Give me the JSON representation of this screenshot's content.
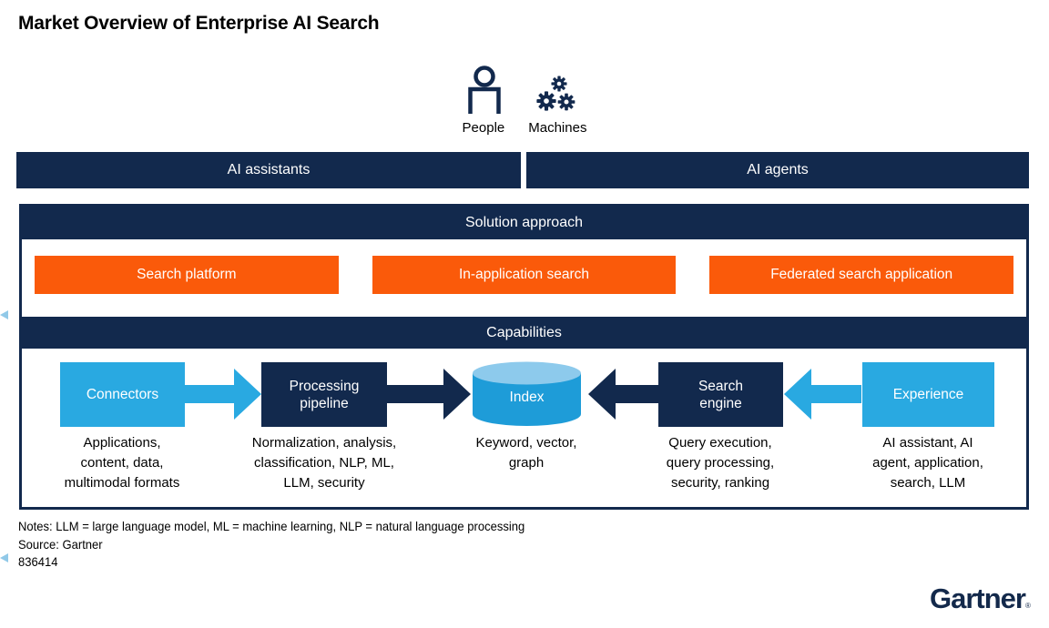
{
  "title": "Market Overview of Enterprise AI Search",
  "actors": {
    "people_label": "People",
    "machines_label": "Machines",
    "people_icon": "person-outline-icon",
    "machines_icon": "gears-icon"
  },
  "top_bars": {
    "left": "AI assistants",
    "right": "AI agents"
  },
  "solution": {
    "header": "Solution approach",
    "items": [
      "Search platform",
      "In-application search",
      "Federated search application"
    ]
  },
  "capabilities": {
    "header": "Capabilities",
    "nodes": [
      {
        "label": "Connectors",
        "desc": "Applications,\ncontent, data,\nmultimodal formats",
        "style": "light-blue-box"
      },
      {
        "label": "Processing\npipeline",
        "desc": "Normalization, analysis,\nclassification, NLP, ML,\nLLM, security",
        "style": "navy-box"
      },
      {
        "label": "Index",
        "desc": "Keyword, vector,\ngraph",
        "style": "blue-cylinder"
      },
      {
        "label": "Search\nengine",
        "desc": "Query execution,\nquery processing,\nsecurity, ranking",
        "style": "navy-box"
      },
      {
        "label": "Experience",
        "desc": "AI assistant, AI\nagent, application,\nsearch, LLM",
        "style": "light-blue-box"
      }
    ],
    "flow_arrows": [
      {
        "from": "Connectors",
        "to": "Processing pipeline",
        "direction": "right",
        "color": "light-blue"
      },
      {
        "from": "Processing pipeline",
        "to": "Index",
        "direction": "right",
        "color": "navy"
      },
      {
        "from": "Search engine",
        "to": "Index",
        "direction": "left",
        "color": "navy"
      },
      {
        "from": "Experience",
        "to": "Search engine",
        "direction": "left",
        "color": "light-blue"
      }
    ]
  },
  "footer": {
    "notes": "Notes: LLM = large language model, ML = machine learning, NLP = natural language processing",
    "source": "Source: Gartner",
    "doc_id": "836414",
    "logo": "Gartner",
    "registered_mark": "®"
  },
  "colors": {
    "navy": "#12294D",
    "orange": "#FA5A0A",
    "light_blue": "#29A9E1",
    "cylinder_body": "#1E9CD8",
    "cylinder_top": "#8DCAEC"
  }
}
